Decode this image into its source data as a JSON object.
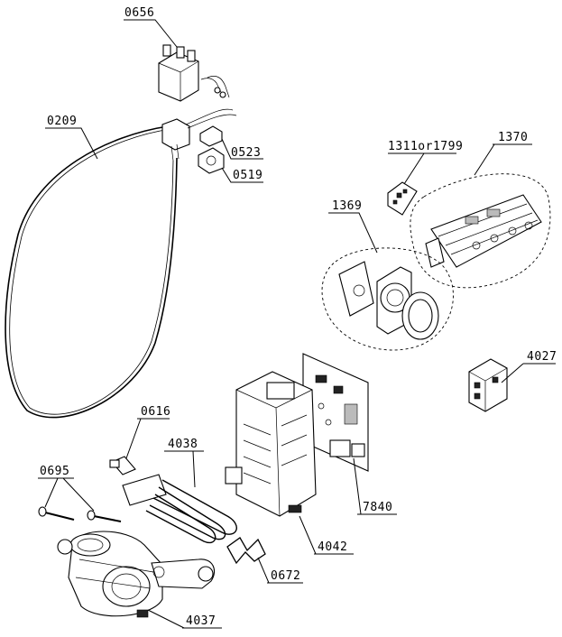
{
  "labels": {
    "p0656": "0656",
    "p0209": "0209",
    "p0523": "0523",
    "p0519": "0519",
    "p1311": "1311or1799",
    "p1370": "1370",
    "p1369": "1369",
    "p4027": "4027",
    "p0616": "0616",
    "p4038": "4038",
    "p0695": "0695",
    "p7840": "7840",
    "p4042": "4042",
    "p0672": "0672",
    "p4037": "4037"
  }
}
